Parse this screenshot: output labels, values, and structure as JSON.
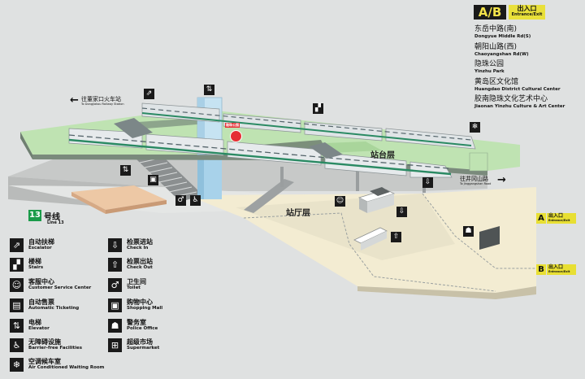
{
  "entrance_panel": {
    "code": "A/B",
    "label_cn": "出入口",
    "label_en": "Entrance/Exit",
    "destinations": [
      {
        "cn": "东岳中路(南)",
        "en": "Dongyue Middle Rd(S)"
      },
      {
        "cn": "朝阳山路(西)",
        "en": "Chaoyangshan Rd(W)"
      },
      {
        "cn": "隐珠公园",
        "en": "Yinzhu Park"
      },
      {
        "cn": "黄岛区文化馆",
        "en": "Huangdao District Cultural Center"
      },
      {
        "cn": "胶南隐珠文化艺术中心",
        "en": "Jiaonan Yinzhu Culture & Art Center"
      }
    ]
  },
  "gates": [
    {
      "letter": "A",
      "cn": "出入口",
      "en": "Entrance/Exit"
    },
    {
      "letter": "B",
      "cn": "出入口",
      "en": "Entrance/Exit"
    }
  ],
  "line": {
    "number": "13",
    "cn": "号线",
    "en": "Line 13"
  },
  "levels": {
    "platform": "站台层",
    "concourse": "站厅层"
  },
  "directions": {
    "west": {
      "cn": "往董家口火车站",
      "en": "To Dongjiakou Railway Station",
      "arrow": "←"
    },
    "east": {
      "cn": "往井冈山路",
      "en": "To Jinggangshan Road",
      "arrow": "→"
    }
  },
  "poi_tag": "隐珠公园",
  "legend": [
    {
      "icon": "escalator-icon",
      "glyph": "⇗",
      "cn": "自动扶梯",
      "en": "Escalator"
    },
    {
      "icon": "stairs-icon",
      "glyph": "▞",
      "cn": "楼梯",
      "en": "Stairs"
    },
    {
      "icon": "customer-service-icon",
      "glyph": "☺",
      "cn": "客服中心",
      "en": "Customer Service Center"
    },
    {
      "icon": "ticket-machine-icon",
      "glyph": "▤",
      "cn": "自动售票",
      "en": "Automatic Ticketing"
    },
    {
      "icon": "elevator-icon",
      "glyph": "⇅",
      "cn": "电梯",
      "en": "Elevator"
    },
    {
      "icon": "accessible-icon",
      "glyph": "♿",
      "cn": "无障碍设施",
      "en": "Barrier-free Facilities"
    },
    {
      "icon": "snowflake-icon",
      "glyph": "❄",
      "cn": "空调候车室",
      "en": "Air Conditioned Waiting Room"
    },
    {
      "icon": "check-in-icon",
      "glyph": "⇩",
      "cn": "检票进站",
      "en": "Check In"
    },
    {
      "icon": "check-out-icon",
      "glyph": "⇧",
      "cn": "检票出站",
      "en": "Check Out"
    },
    {
      "icon": "toilet-icon",
      "glyph": "♂",
      "cn": "卫生间",
      "en": "Toilet"
    },
    {
      "icon": "shopping-mall-icon",
      "glyph": "▣",
      "cn": "购物中心",
      "en": "Shopping Mall"
    },
    {
      "icon": "police-icon",
      "glyph": "☗",
      "cn": "警务室",
      "en": "Police Office"
    },
    {
      "icon": "supermarket-icon",
      "glyph": "⊞",
      "cn": "超级市场",
      "en": "Supermarket"
    }
  ],
  "colors": {
    "background": "#dfe1e1",
    "platform_top": "#bfe3b2",
    "concourse_floor": "#f3ecd2",
    "shop_zone": "#edc8a5",
    "elevator_shaft": "#a8d2ea",
    "train_stripe": "#2a8a63",
    "entrance_yellow": "#e8df33",
    "line13": "#1a9b49",
    "poi_red": "#e52f34"
  }
}
